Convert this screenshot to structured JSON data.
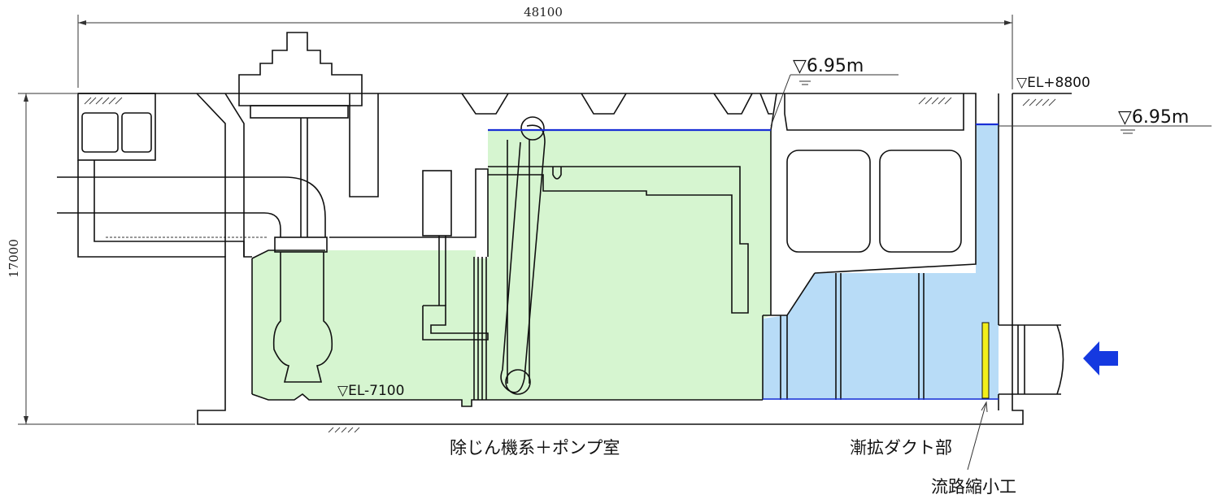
{
  "dimensions": {
    "overall_width": "48100",
    "overall_height": "17000"
  },
  "water_levels": {
    "pump_room_level": "▽6.95m",
    "duct_level": "▽6.95m",
    "ground_level": "▽EL+8800",
    "bottom_level": "▽EL-7100"
  },
  "labels": {
    "pump_room": "除じん機系＋ポンプ室",
    "expansion_duct": "漸拡ダクト部",
    "flow_constriction": "流路縮小工"
  },
  "colors": {
    "pump_room_water": "#d6f5d0",
    "duct_water": "#b8dcf7",
    "water_surface_line": "#1a2fd6",
    "constriction_plate": "#f2ee1a",
    "flow_arrow": "#1539e0"
  },
  "icons": {
    "flow_arrow": "arrow-left-icon"
  }
}
